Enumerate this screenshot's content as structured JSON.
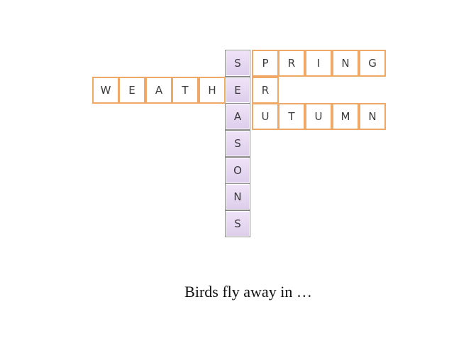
{
  "puzzle": {
    "vertical_word": [
      "S",
      "E",
      "A",
      "S",
      "O",
      "N",
      "S"
    ],
    "spring": [
      "P",
      "R",
      "I",
      "N",
      "G"
    ],
    "weather": [
      "W",
      "E",
      "A",
      "T",
      "H"
    ],
    "weather_end": "R",
    "autumn": [
      "U",
      "T",
      "U",
      "M",
      "N"
    ]
  },
  "clue": "Birds fly away in …",
  "colors": {
    "cell_border": "#f0a866",
    "highlight_fill": "#e6d9f2",
    "highlight_border": "#8a8a8a"
  }
}
